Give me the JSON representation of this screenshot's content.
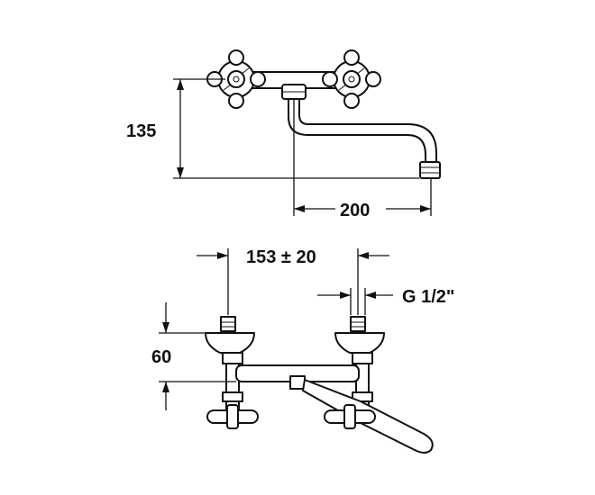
{
  "drawing": {
    "colors": {
      "line": "#111111",
      "background": "#ffffff"
    },
    "top_view": {
      "height_label": "135",
      "spout_length_label": "200"
    },
    "front_view": {
      "centre_distance_label": "153 ± 20",
      "connection_thread_label": "G 1/2\"",
      "depth_label": "60"
    }
  }
}
